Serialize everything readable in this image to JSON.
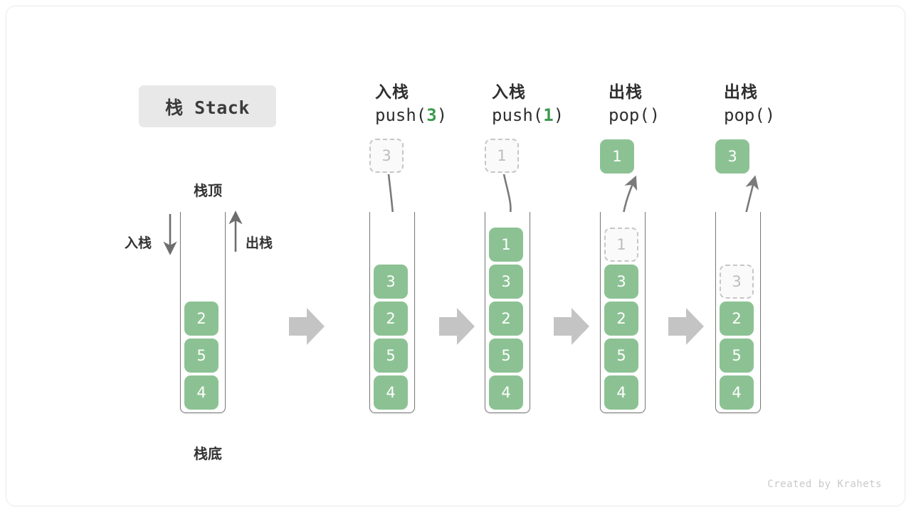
{
  "title": {
    "badge": "栈 Stack"
  },
  "footer": {
    "credit": "Created by Krahets"
  },
  "labels": {
    "top": "栈顶",
    "bottom": "栈底",
    "push_side": "入栈",
    "pop_side": "出栈"
  },
  "colors": {
    "item_green": "#8cc293",
    "arg_green": "#3c9a4e",
    "ghost_border": "#c6c6c6",
    "ghost_text": "#bdbdbd",
    "badge_bg": "#e8e8e8",
    "flow_arrow": "#c4c4c4",
    "stroke": "#7a7a7a",
    "text": "#333333"
  },
  "columns": [
    {
      "id": "initial",
      "op_cn": "",
      "op_code": "",
      "op_arg": "",
      "floating": null,
      "items": [
        "2",
        "5",
        "4"
      ]
    },
    {
      "id": "push-3",
      "op_cn": "入栈",
      "op_code_prefix": "push(",
      "op_arg": "3",
      "op_code_suffix": ")",
      "floating": {
        "value": "3",
        "style": "ghost"
      },
      "items": [
        "3",
        "2",
        "5",
        "4"
      ]
    },
    {
      "id": "push-1",
      "op_cn": "入栈",
      "op_code_prefix": "push(",
      "op_arg": "1",
      "op_code_suffix": ")",
      "floating": {
        "value": "1",
        "style": "ghost"
      },
      "items": [
        "1",
        "3",
        "2",
        "5",
        "4"
      ]
    },
    {
      "id": "pop-1",
      "op_cn": "出栈",
      "op_code_prefix": "pop(",
      "op_arg": "",
      "op_code_suffix": ")",
      "floating": {
        "value": "1",
        "style": "solid"
      },
      "items": [
        "1",
        "3",
        "2",
        "5",
        "4"
      ],
      "ghost_index": 0
    },
    {
      "id": "pop-3",
      "op_cn": "出栈",
      "op_code_prefix": "pop(",
      "op_arg": "",
      "op_code_suffix": ")",
      "floating": {
        "value": "3",
        "style": "solid"
      },
      "items": [
        "3",
        "2",
        "5",
        "4"
      ],
      "ghost_index": 0
    }
  ],
  "flow_arrows": 4
}
